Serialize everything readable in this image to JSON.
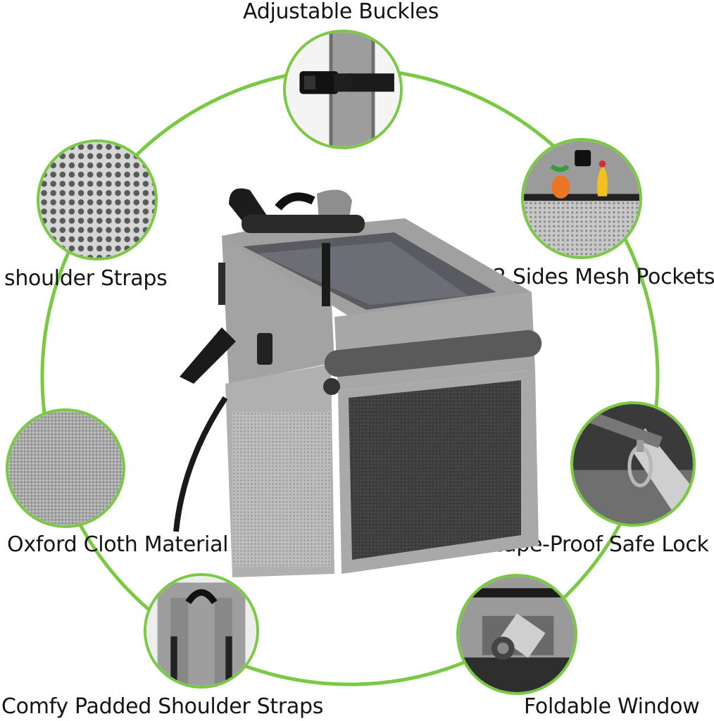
{
  "features": {
    "adjustable_buckles": "Adjustable Buckles",
    "shoulder_straps": "shoulder Straps",
    "mesh_pockets": "2 Sides Mesh Pockets",
    "oxford_cloth": "Oxford Cloth Material",
    "safe_lock": "Escape-Proof Safe Lock",
    "padded_straps": "Comfy Padded Shoulder Straps",
    "foldable_window": "Foldable Window"
  },
  "colors": {
    "ring_green": "#7ac943",
    "fabric_grey": "#9a9a9a",
    "mesh_dark": "#3b3b3b",
    "strap_black": "#1c1c1c"
  }
}
